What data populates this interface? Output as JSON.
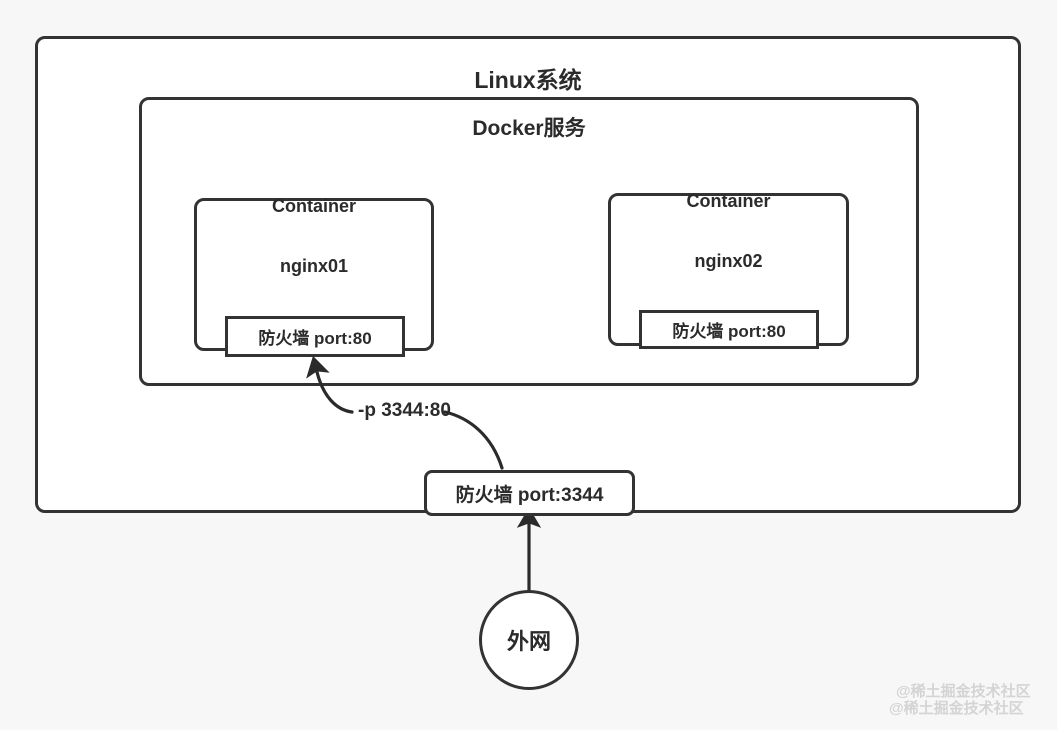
{
  "meta": {
    "background_color": "#f7f7f7",
    "stroke_color": "#333333",
    "fill_color": "#ffffff",
    "text_color": "#2b2b2b"
  },
  "diagram": {
    "host": {
      "title": "Linux系统"
    },
    "docker": {
      "title": "Docker服务"
    },
    "containers": [
      {
        "title": "Container",
        "name": "nginx01",
        "firewall": "防火墙 port:80"
      },
      {
        "title": "Container",
        "name": "nginx02",
        "firewall": "防火墙 port:80"
      }
    ],
    "host_firewall": {
      "label": "防火墙 port:3344"
    },
    "external": {
      "label": "外网"
    },
    "edges": [
      {
        "label": "-p 3344:80",
        "from": "host-firewall-3344",
        "to": "container-nginx01-firewall-80",
        "style": "curved-arrow"
      },
      {
        "label": "",
        "from": "external-network",
        "to": "host-firewall-3344",
        "style": "straight-arrow"
      }
    ]
  },
  "watermark": {
    "line1": "@稀土掘金技术社区",
    "line2": "@稀土掘金技术社区"
  }
}
